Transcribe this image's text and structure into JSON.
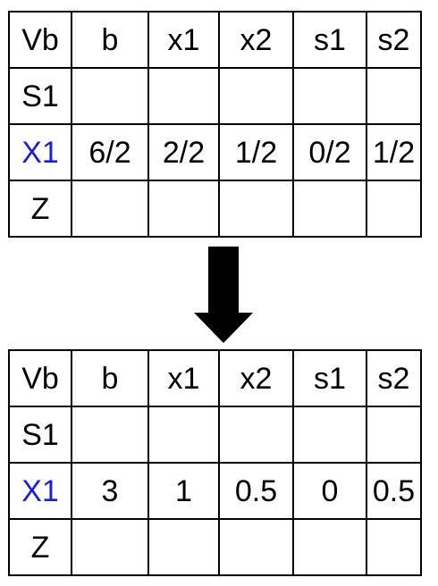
{
  "columns": [
    "Vb",
    "b",
    "x1",
    "x2",
    "s1",
    "s2"
  ],
  "highlight_color": "#1a1fd6",
  "before": {
    "rows": [
      {
        "basis": "S1",
        "cells": [
          "",
          "",
          "",
          "",
          ""
        ],
        "highlight": false
      },
      {
        "basis": "X1",
        "cells": [
          "6/2",
          "2/2",
          "1/2",
          "0/2",
          "1/2"
        ],
        "highlight": true
      },
      {
        "basis": "Z",
        "cells": [
          "",
          "",
          "",
          "",
          ""
        ],
        "highlight": false
      }
    ]
  },
  "arrow_icon": "down-arrow-icon",
  "after": {
    "rows": [
      {
        "basis": "S1",
        "cells": [
          "",
          "",
          "",
          "",
          ""
        ],
        "highlight": false
      },
      {
        "basis": "X1",
        "cells": [
          "3",
          "1",
          "0.5",
          "0",
          "0.5"
        ],
        "highlight": true
      },
      {
        "basis": "Z",
        "cells": [
          "",
          "",
          "",
          "",
          ""
        ],
        "highlight": false
      }
    ]
  }
}
